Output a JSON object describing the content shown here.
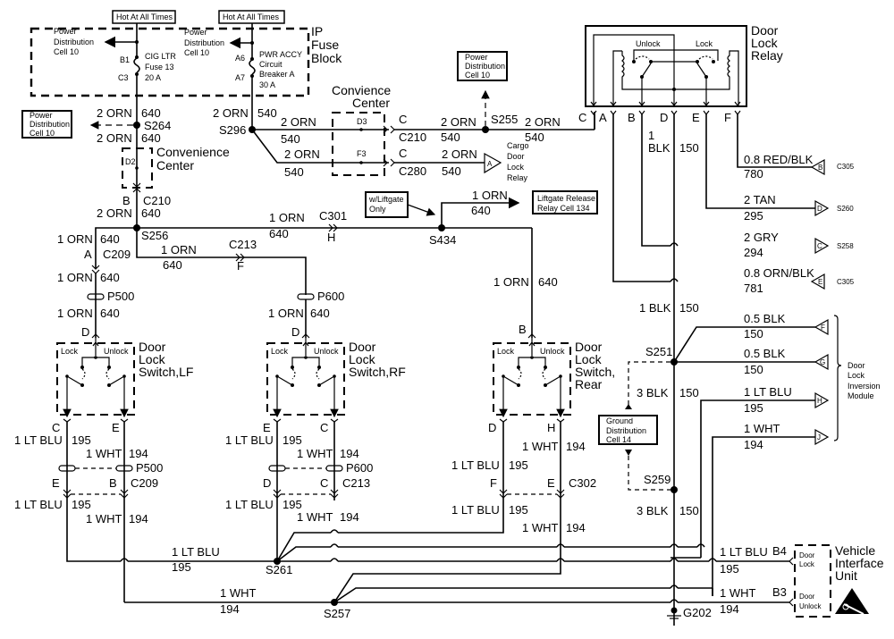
{
  "diagram": {
    "title": "Door Lock Circuit Schematic",
    "hot_labels": [
      "Hot At All Times",
      "Hot At All Times"
    ],
    "fuse_block": {
      "name": [
        "IP",
        "Fuse",
        "Block"
      ],
      "fuse1": {
        "pin_in": "B1",
        "pin_out": "C3",
        "label": [
          "CIG LTR",
          "Fuse 13",
          "20 A"
        ]
      },
      "fuse2": {
        "pin_in": "A6",
        "pin_out": "A7",
        "label": [
          "PWR ACCY",
          "Circuit",
          "Breaker A",
          "30 A"
        ]
      },
      "pd_left": [
        "Power",
        "Distribution",
        "Cell 10"
      ],
      "pd_right": [
        "Power",
        "Distribution",
        "Cell 10"
      ]
    },
    "pd_box_left": [
      "Power",
      "Distribution",
      "Cell 10"
    ],
    "pd_box_top": [
      "Power",
      "Distribution",
      "Cell 10"
    ],
    "ground_box": [
      "Ground",
      "Distribution",
      "Cell 14"
    ],
    "liftgate_note": [
      "w/Liftgate",
      "Only"
    ],
    "liftgate_box": [
      "Liftgate Release",
      "Relay Cell 134"
    ],
    "conv_center_left": {
      "name": [
        "Convenience",
        "Center"
      ],
      "pin": "D2"
    },
    "conv_center_mid": {
      "name": [
        "Convience",
        "Center"
      ],
      "pins": [
        "D3",
        "F3"
      ]
    },
    "splices": {
      "s264": "S264",
      "s296": "S296",
      "s255": "S255",
      "s256": "S256",
      "s434": "S434",
      "s251": "S251",
      "s259": "S259",
      "s261": "S261",
      "s257": "S257",
      "g202": "G202"
    },
    "connectors": {
      "c210_b": "B",
      "c210": "C210",
      "c210_c": "C",
      "c280": "C280",
      "c280_c": "C",
      "c209": "C209",
      "c209_a": "A",
      "c213": "C213",
      "c213_f": "F",
      "c301": "C301",
      "c301_h": "H",
      "p500": "P500",
      "p600": "P600",
      "c302": "C302"
    },
    "wires": {
      "orn2": "2 ORN",
      "orn1": "1 ORN",
      "c640": "640",
      "c540": "540",
      "ltblu": "1 LT BLU",
      "c195": "195",
      "wht": "1 WHT",
      "c194": "194",
      "blk1": "1",
      "blk1b": "BLK",
      "blk": "1 BLK",
      "blk3": "3 BLK",
      "c150": "150",
      "blk05": "0.5 BLK"
    },
    "cargo_relay": {
      "pin": "A",
      "name": [
        "Cargo",
        "Door",
        "Lock",
        "Relay"
      ]
    },
    "relay": {
      "name": [
        "Door",
        "Lock",
        "Relay"
      ],
      "unlock": "Unlock",
      "lock": "Lock",
      "pins": [
        "C",
        "A",
        "B",
        "D",
        "E",
        "F"
      ]
    },
    "relay_outputs": [
      {
        "wire": "0.8 RED/BLK",
        "circuit": "780",
        "pin": "B",
        "dest": "C305"
      },
      {
        "wire": "2 TAN",
        "circuit": "295",
        "pin": "D",
        "dest": "S260"
      },
      {
        "wire": "2 GRY",
        "circuit": "294",
        "pin": "C",
        "dest": "S258"
      },
      {
        "wire": "0.8 ORN/BLK",
        "circuit": "781",
        "pin": "E",
        "dest": "C305"
      }
    ],
    "inversion_module": {
      "name": [
        "Door",
        "Lock",
        "Inversion",
        "Module"
      ],
      "pins": [
        {
          "pin": "F",
          "wire": "0.5 BLK",
          "circuit": "150"
        },
        {
          "pin": "G",
          "wire": "0.5 BLK",
          "circuit": "150"
        },
        {
          "pin": "H",
          "wire": "1 LT BLU",
          "circuit": "195"
        },
        {
          "pin": "J",
          "wire": "1 WHT",
          "circuit": "194"
        }
      ]
    },
    "switches": [
      {
        "name": [
          "Door",
          "Lock",
          "Switch,LF"
        ],
        "lock": "Lock",
        "unlock": "Unlock",
        "in_pin": "D",
        "out_left": "C",
        "out_right": "E",
        "low_left": "E",
        "low_right": "B"
      },
      {
        "name": [
          "Door",
          "Lock",
          "Switch,RF"
        ],
        "lock": "Lock",
        "unlock": "Unlock",
        "in_pin": "D",
        "out_left": "E",
        "out_right": "C",
        "low_left": "D",
        "low_right": "C"
      },
      {
        "name": [
          "Door",
          "Lock",
          "Switch,",
          "Rear"
        ],
        "lock": "Lock",
        "unlock": "Unlock",
        "in_pin": "B",
        "out_left": "D",
        "out_right": "H",
        "low_left": "F",
        "low_right": "E"
      }
    ],
    "viu": {
      "name": [
        "Vehicle",
        "Interface",
        "Unit"
      ],
      "lock": [
        "Door",
        "Lock"
      ],
      "unlock": [
        "Door",
        "Unlock"
      ],
      "pin_lock": "B4",
      "pin_unlock": "B3"
    }
  }
}
